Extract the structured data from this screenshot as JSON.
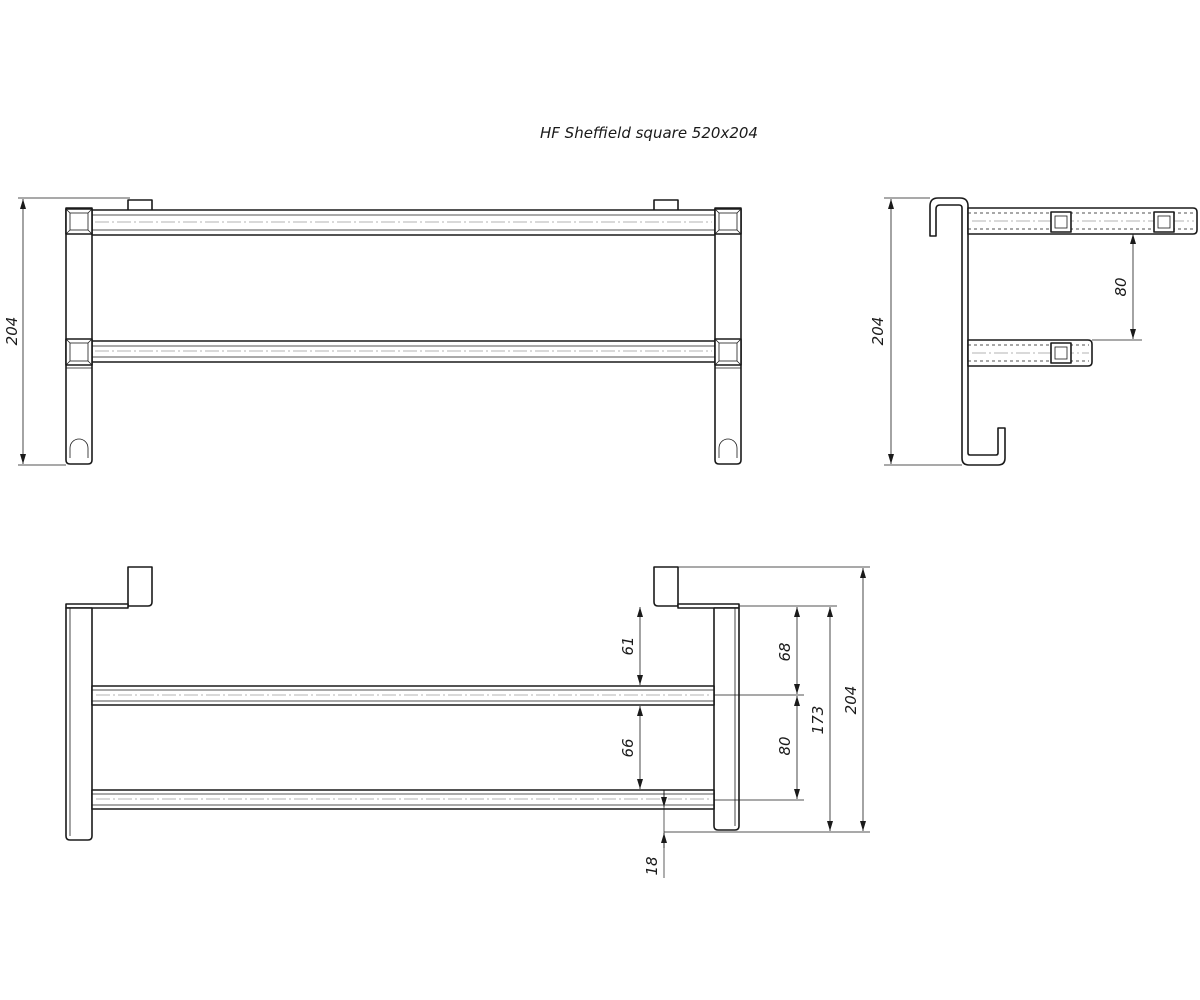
{
  "title": "HF Sheffield square 520x204",
  "dimensions": {
    "front_height": "204",
    "side_height": "204",
    "side_bar_spacing": "80",
    "lower_top_gap": "61",
    "lower_bar_gap": "66",
    "lower_upper_to_top": "68",
    "lower_bar_spacing": "80",
    "lower_span": "173",
    "lower_total": "204",
    "lower_bottom_offset": "18"
  }
}
